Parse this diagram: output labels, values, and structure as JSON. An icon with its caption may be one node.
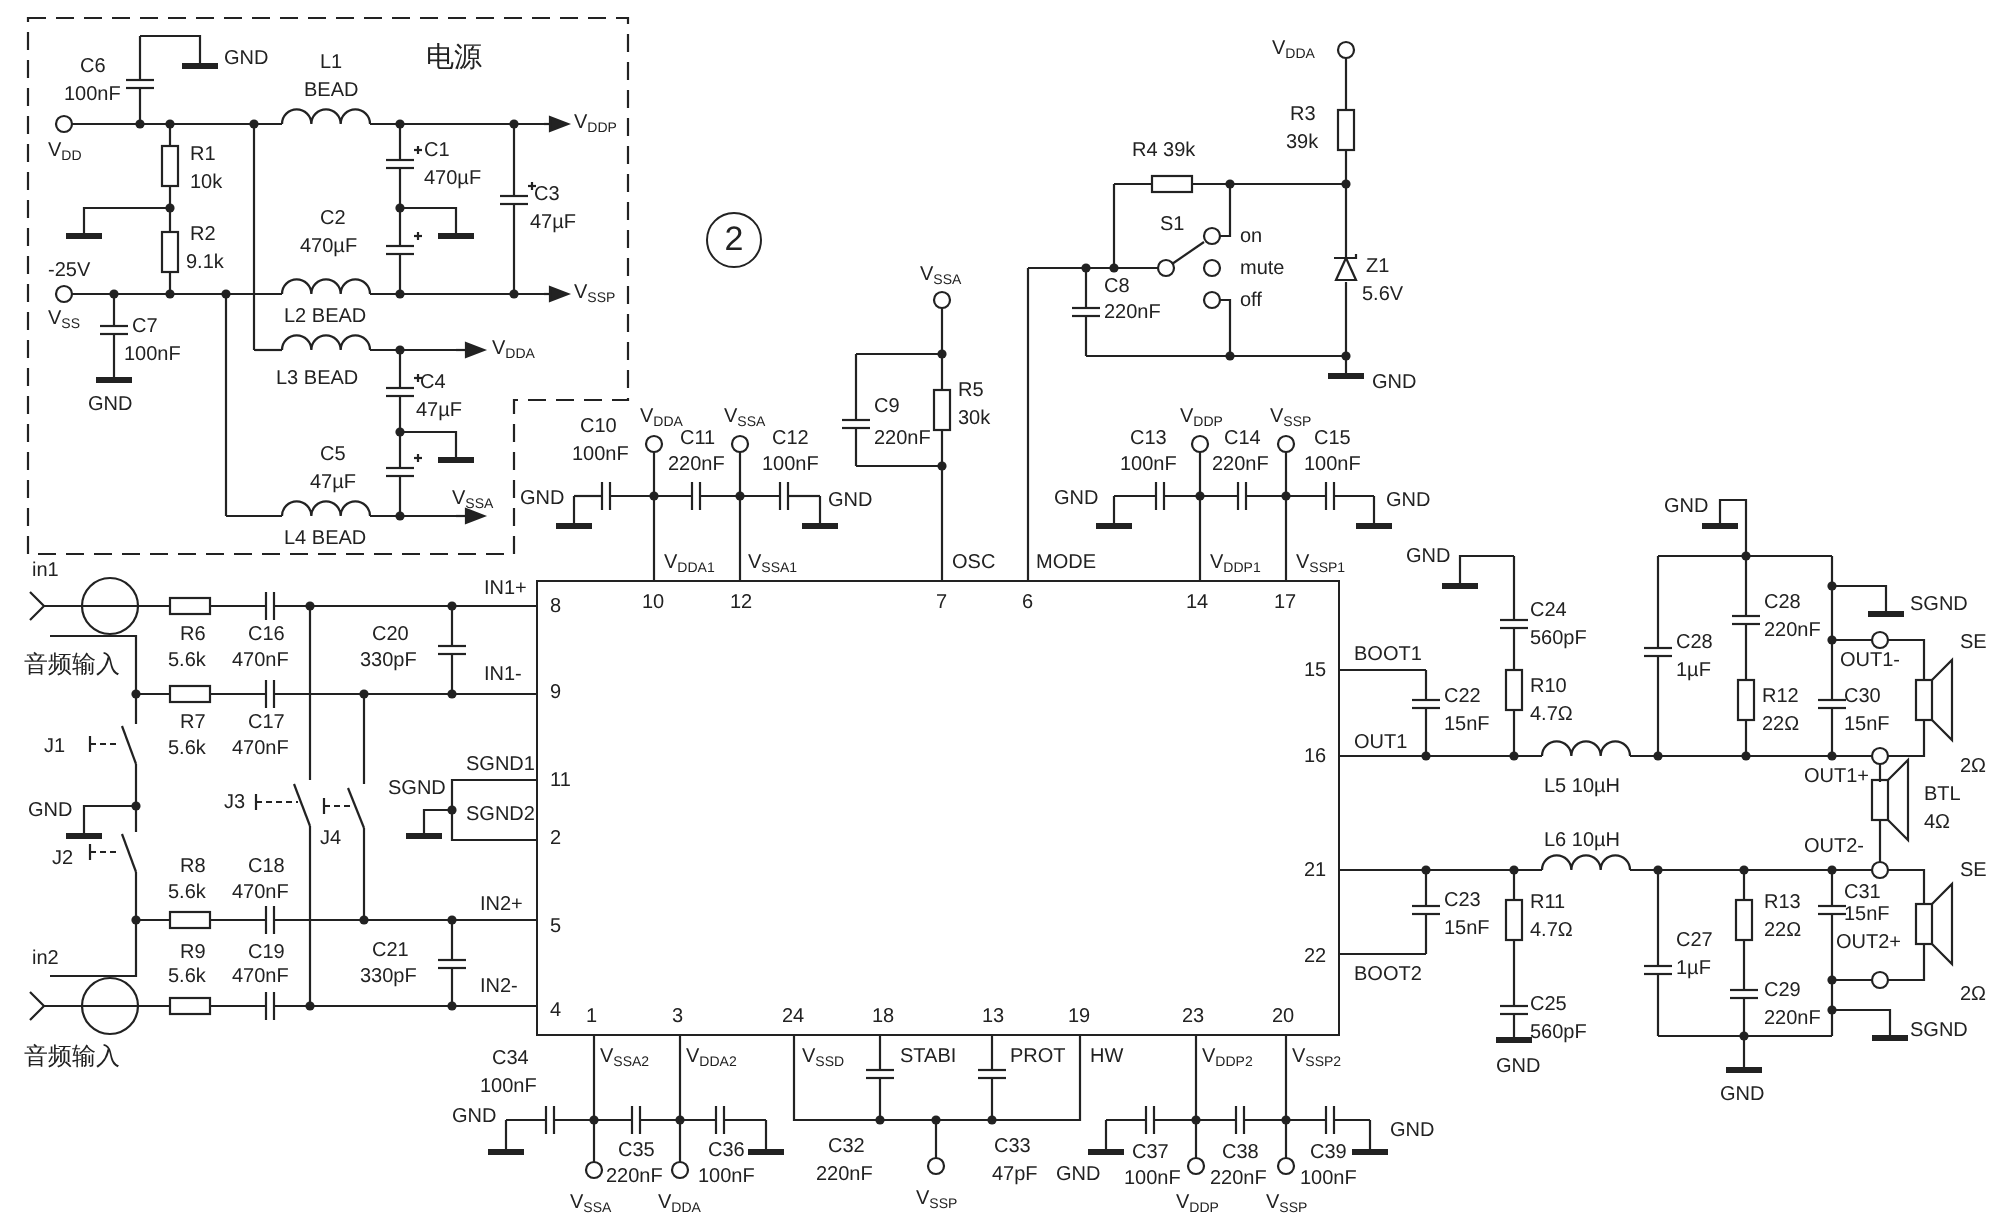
{
  "diagram": {
    "nodes": [
      {
        "text": [
          "电源"
        ]
      },
      {
        "text": [
          "2"
        ]
      },
      {
        "text": [],
        "shape": "box"
      }
    ],
    "labels": [
      "C6",
      "100nF",
      "GND",
      "L1",
      "BEAD",
      "V$_{DD}$",
      "R1",
      "10k",
      "C1",
      "470µF",
      "V$_{DDP}$",
      "R2",
      "C2",
      "C3",
      "9.1k",
      "470µF",
      "47µF",
      "-25V",
      "V$_{SS}$",
      "C7",
      "100nF",
      "V$_{SSP}$",
      "L2 BEAD",
      "L3 BEAD",
      "V$_{DDA}$",
      "C4",
      "47µF",
      "GND",
      "C5",
      "47µF",
      "V$_{SSA}$",
      "L4 BEAD",
      "V$_{DDA}$",
      "R3",
      "39k",
      "R4 39k",
      "S1",
      "on",
      "mute",
      "off",
      "Z1",
      "5.6V",
      "C8",
      "220nF",
      "GND",
      "V$_{SSA}$",
      "C9",
      "220nF",
      "R5",
      "30k",
      "C10",
      "100nF",
      "V$_{DDA}$",
      "C11",
      "220nF",
      "V$_{SSA}$",
      "C12",
      "100nF",
      "GND",
      "GND",
      "GND",
      "C13",
      "100nF",
      "V$_{DDP}$",
      "C14",
      "220nF",
      "V$_{SSP}$",
      "C15",
      "100nF",
      "GND",
      "V$_{DDA1}$",
      "V$_{SSA1}$",
      "OSC",
      "MODE",
      "V$_{DDP1}$",
      "V$_{SSP1}$",
      "10",
      "12",
      "7",
      "6",
      "14",
      "17",
      "in1",
      "IN1+",
      "8",
      "R6",
      "C16",
      "C20",
      "音频输入",
      "5.6k",
      "470nF",
      "330pF",
      "IN1-",
      "9",
      "R7",
      "C17",
      "J1",
      "5.6k",
      "470nF",
      "SGND1",
      "11",
      "SGND",
      "GND",
      "J3",
      "J4",
      "SGND2",
      "2",
      "J2",
      "R8",
      "5.6k",
      "C18",
      "470nF",
      "IN2+",
      "5",
      "in2",
      "R9",
      "5.6k",
      "C19",
      "470nF",
      "C21",
      "330pF",
      "IN2-",
      "4",
      "1",
      "3",
      "24",
      "18",
      "13",
      "19",
      "23",
      "20",
      "音频输入",
      "C34",
      "100nF",
      "V$_{SSA2}$",
      "V$_{DDA2}$",
      "V$_{SSD}$",
      "STABI",
      "PROT",
      "HW",
      "V$_{DDP2}$",
      "V$_{SSP2}$",
      "GND",
      "C35",
      "220nF",
      "C36",
      "100nF",
      "C32",
      "220nF",
      "C33",
      "47pF",
      "GND",
      "GND",
      "C37",
      "100nF",
      "C38",
      "220nF",
      "C39",
      "100nF",
      "V$_{SSA}$",
      "V$_{DDA}$",
      "V$_{SSP}$",
      "V$_{DDP}$",
      "V$_{SSP}$",
      "GND",
      "GND",
      "C24",
      "560pF",
      "C28",
      "SGND",
      "220nF",
      "15",
      "BOOT1",
      "C28",
      "1µF",
      "OUT1-",
      "SE",
      "C22",
      "15nF",
      "R10",
      "4.7Ω",
      "R12",
      "22Ω",
      "C30",
      "15nF",
      "2Ω",
      "OUT1",
      "16",
      "L5 10µH",
      "OUT1+",
      "BTL",
      "4Ω",
      "L6 10µH",
      "OUT2-",
      "21",
      "SE",
      "C23",
      "15nF",
      "R11",
      "4.7Ω",
      "R13",
      "22Ω",
      "C31",
      "15nF",
      "C27",
      "1µF",
      "OUT2+",
      "2Ω",
      "22",
      "BOOT2",
      "C25",
      "560pF",
      "C29",
      "220nF",
      "SGND",
      "GND",
      "GND"
    ]
  }
}
